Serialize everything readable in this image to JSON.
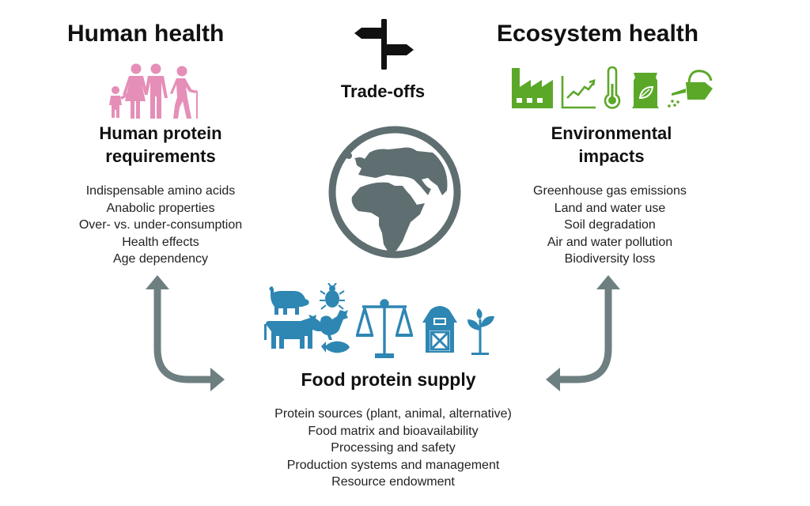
{
  "colors": {
    "human_pink": "#e58fb8",
    "eco_green": "#5ba829",
    "food_blue": "#2e86b3",
    "globe_gray": "#5f6e70",
    "arrow_gray": "#6e7f81",
    "text": "#111111"
  },
  "human": {
    "title": "Human health",
    "icon": "family-icon",
    "subtitle_line1": "Human protein",
    "subtitle_line2": "requirements",
    "items": [
      "Indispensable amino acids",
      "Anabolic properties",
      "Over- vs. under-consumption",
      "Health effects",
      "Age dependency"
    ]
  },
  "center": {
    "signpost_icon": "signpost-icon",
    "label": "Trade-offs",
    "globe_icon": "globe-icon"
  },
  "ecosystem": {
    "title": "Ecosystem health",
    "icons": [
      "factory-icon",
      "rising-chart-icon",
      "thermometer-icon",
      "fertilizer-bag-icon",
      "watering-can-icon"
    ],
    "subtitle_line1": "Environmental",
    "subtitle_line2": "impacts",
    "items": [
      "Greenhouse gas emissions",
      "Land and water use",
      "Soil degradation",
      "Air and water pollution",
      "Biodiversity loss"
    ]
  },
  "food": {
    "icons": [
      "pig-icon",
      "beetle-icon",
      "cow-icon",
      "chicken-icon",
      "fish-icon",
      "scale-icon",
      "barn-icon",
      "plant-icon"
    ],
    "title": "Food protein supply",
    "items": [
      "Protein sources (plant, animal, alternative)",
      "Food matrix and bioavailability",
      "Processing and safety",
      "Production systems and management",
      "Resource endowment"
    ]
  }
}
